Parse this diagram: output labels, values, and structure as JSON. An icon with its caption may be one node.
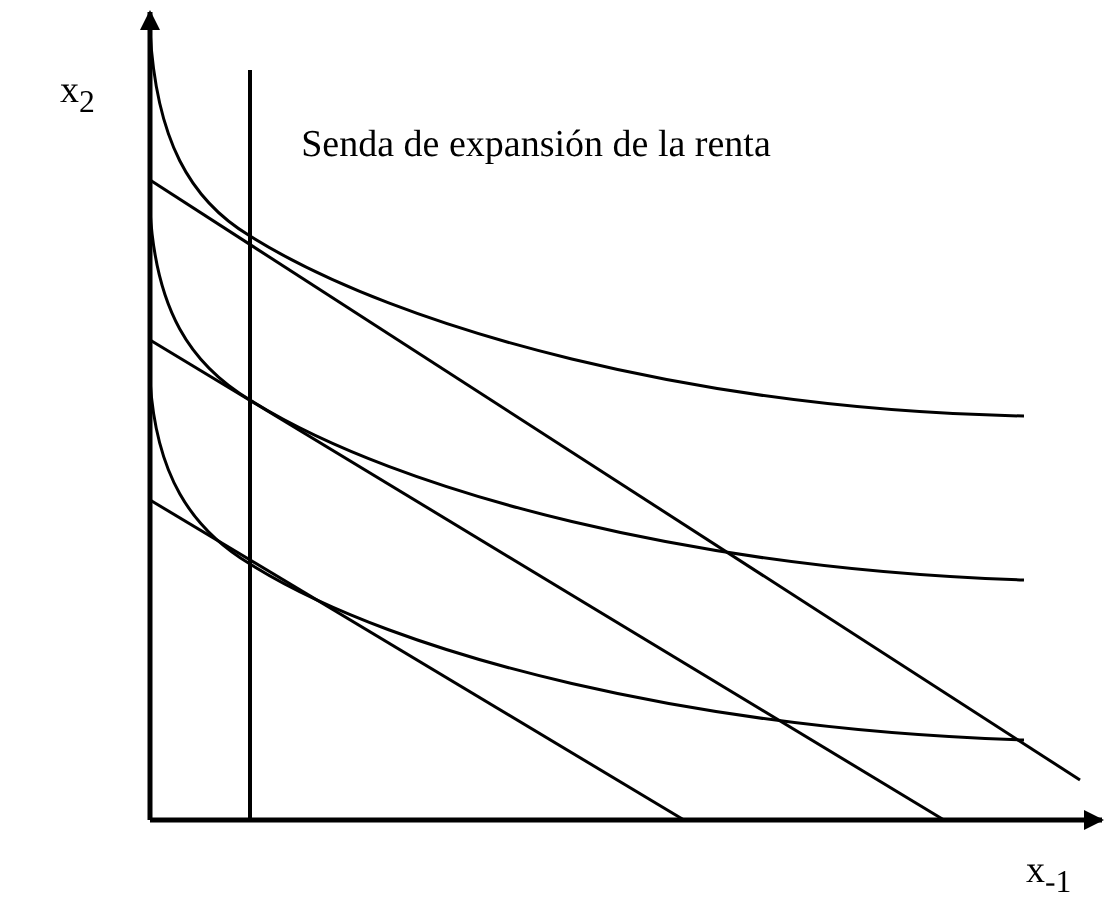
{
  "diagram": {
    "labels": [
      "x$_{2}$",
      "Senda de expansión de la renta",
      "x$_{-1}$"
    ]
  }
}
